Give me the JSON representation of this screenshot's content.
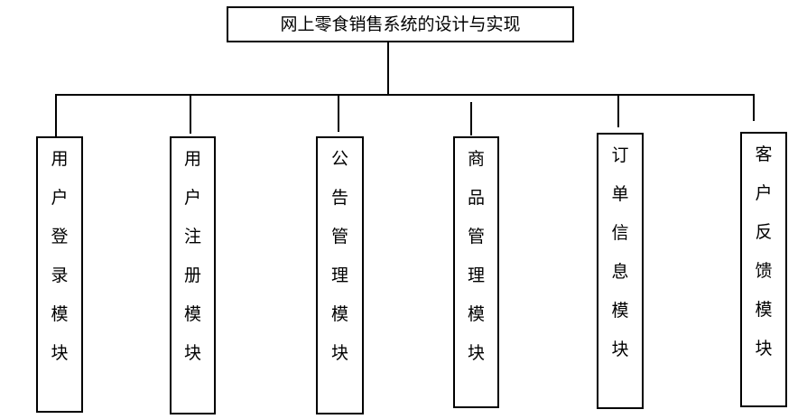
{
  "diagram": {
    "title": "网上零食销售系统的设计与实现",
    "modules": [
      {
        "label": "用户登录模块"
      },
      {
        "label": "用户注册模块"
      },
      {
        "label": "公告管理模块"
      },
      {
        "label": "商品管理模块"
      },
      {
        "label": "订单信息模块"
      },
      {
        "label": "客户反馈模块"
      }
    ],
    "colors": {
      "line": "#000000",
      "text": "#000000",
      "background": "#ffffff"
    }
  }
}
